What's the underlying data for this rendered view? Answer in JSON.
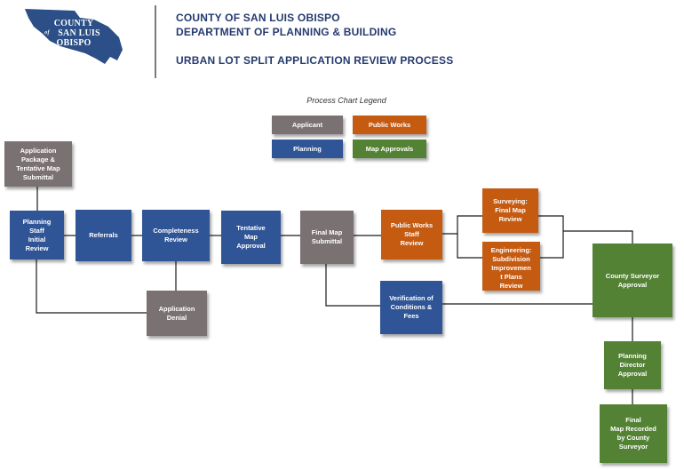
{
  "header": {
    "logo_text": [
      "COUNTY",
      "of",
      "SAN LUIS",
      "OBISPO"
    ],
    "line1": "COUNTY OF SAN LUIS OBISPO",
    "line2": "DEPARTMENT OF PLANNING & BUILDING",
    "title": "URBAN LOT SPLIT APPLICATION REVIEW PROCESS"
  },
  "legend": {
    "title": "Process Chart Legend",
    "applicant": "Applicant",
    "public_works": "Public Works",
    "planning": "Planning",
    "map_approvals": "Map Approvals"
  },
  "colors": {
    "applicant": "#7a7272",
    "planning": "#2f5597",
    "public_works": "#c55a11",
    "map_approvals": "#548235",
    "header_text": "#243b70"
  },
  "steps": {
    "application_package": "Application\nPackage &\nTentative Map\nSubmittal",
    "planning_staff_review": "Planning\nStaff\nInitial\nReview",
    "referrals": "Referrals",
    "completeness_review": "Completeness\nReview",
    "application_denial": "Application\nDenial",
    "tentative_map_approval": "Tentative\nMap\nApproval",
    "final_map_submittal": "Final Map\nSubmittal",
    "public_works_review": "Public Works\nStaff\nReview",
    "surveying_review": "Surveying:\nFinal Map\nReview",
    "engineering_review": "Engineering:\nSubdivision\nImprovemen\nt Plans\nReview",
    "verification": "Verification of\nConditions &\nFees",
    "county_surveyor_approval": "County Surveyor\nApproval",
    "planning_director_approval": "Planning\nDirector\nApproval",
    "final_map_recorded": "Final\nMap Recorded\nby County\nSurveyor"
  }
}
